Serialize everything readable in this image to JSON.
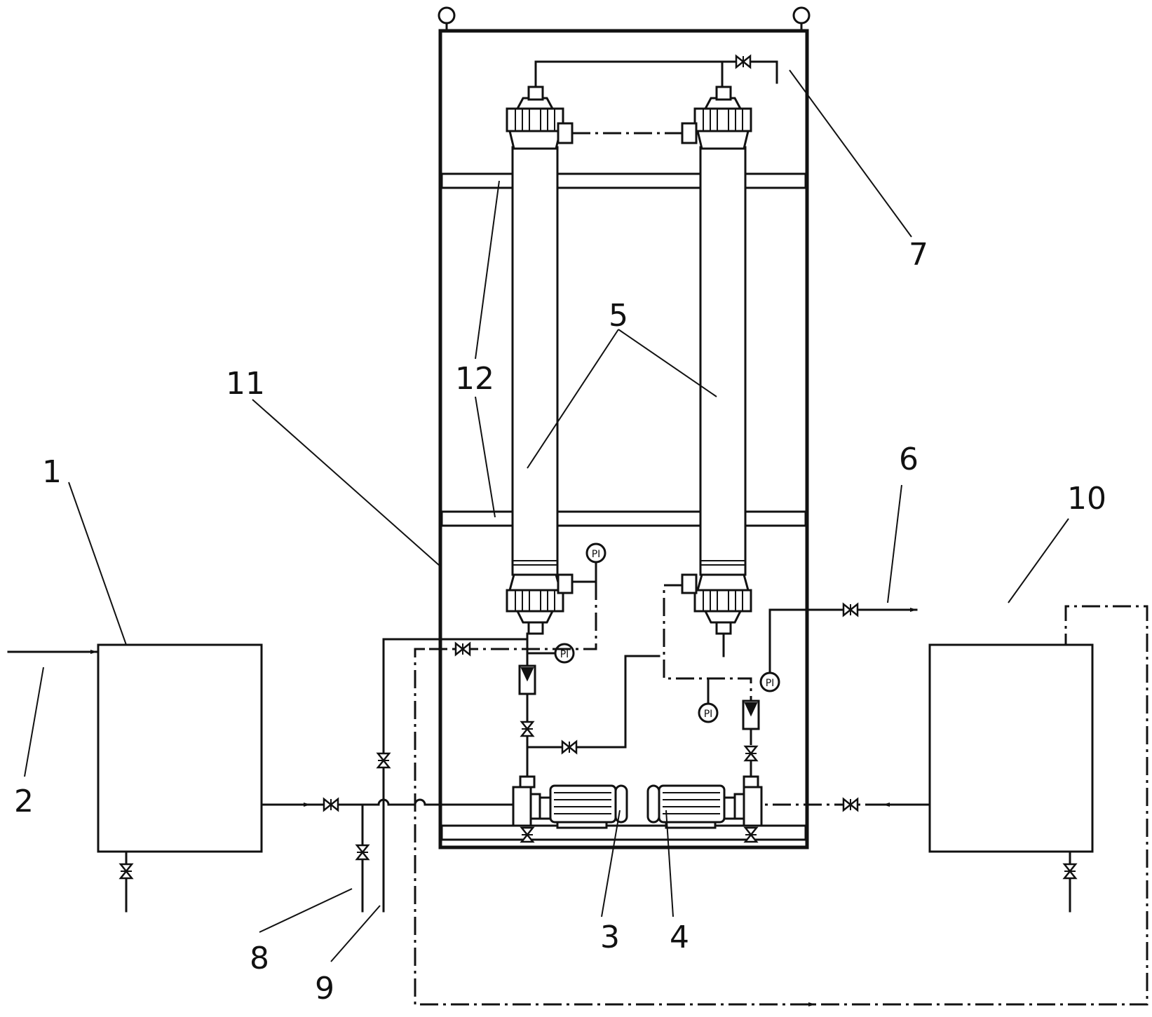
{
  "labels": {
    "tank_raw": "1",
    "inlet": "2",
    "pump_a": "3",
    "pump_b": "4",
    "membrane": "5",
    "outlet": "6",
    "vent": "7",
    "drain_a": "8",
    "drain_b": "9",
    "tank_clean": "10",
    "frame": "11",
    "support": "12"
  },
  "gauge_text": "PI",
  "colors": {
    "line": "#111111",
    "background": "#ffffff"
  }
}
